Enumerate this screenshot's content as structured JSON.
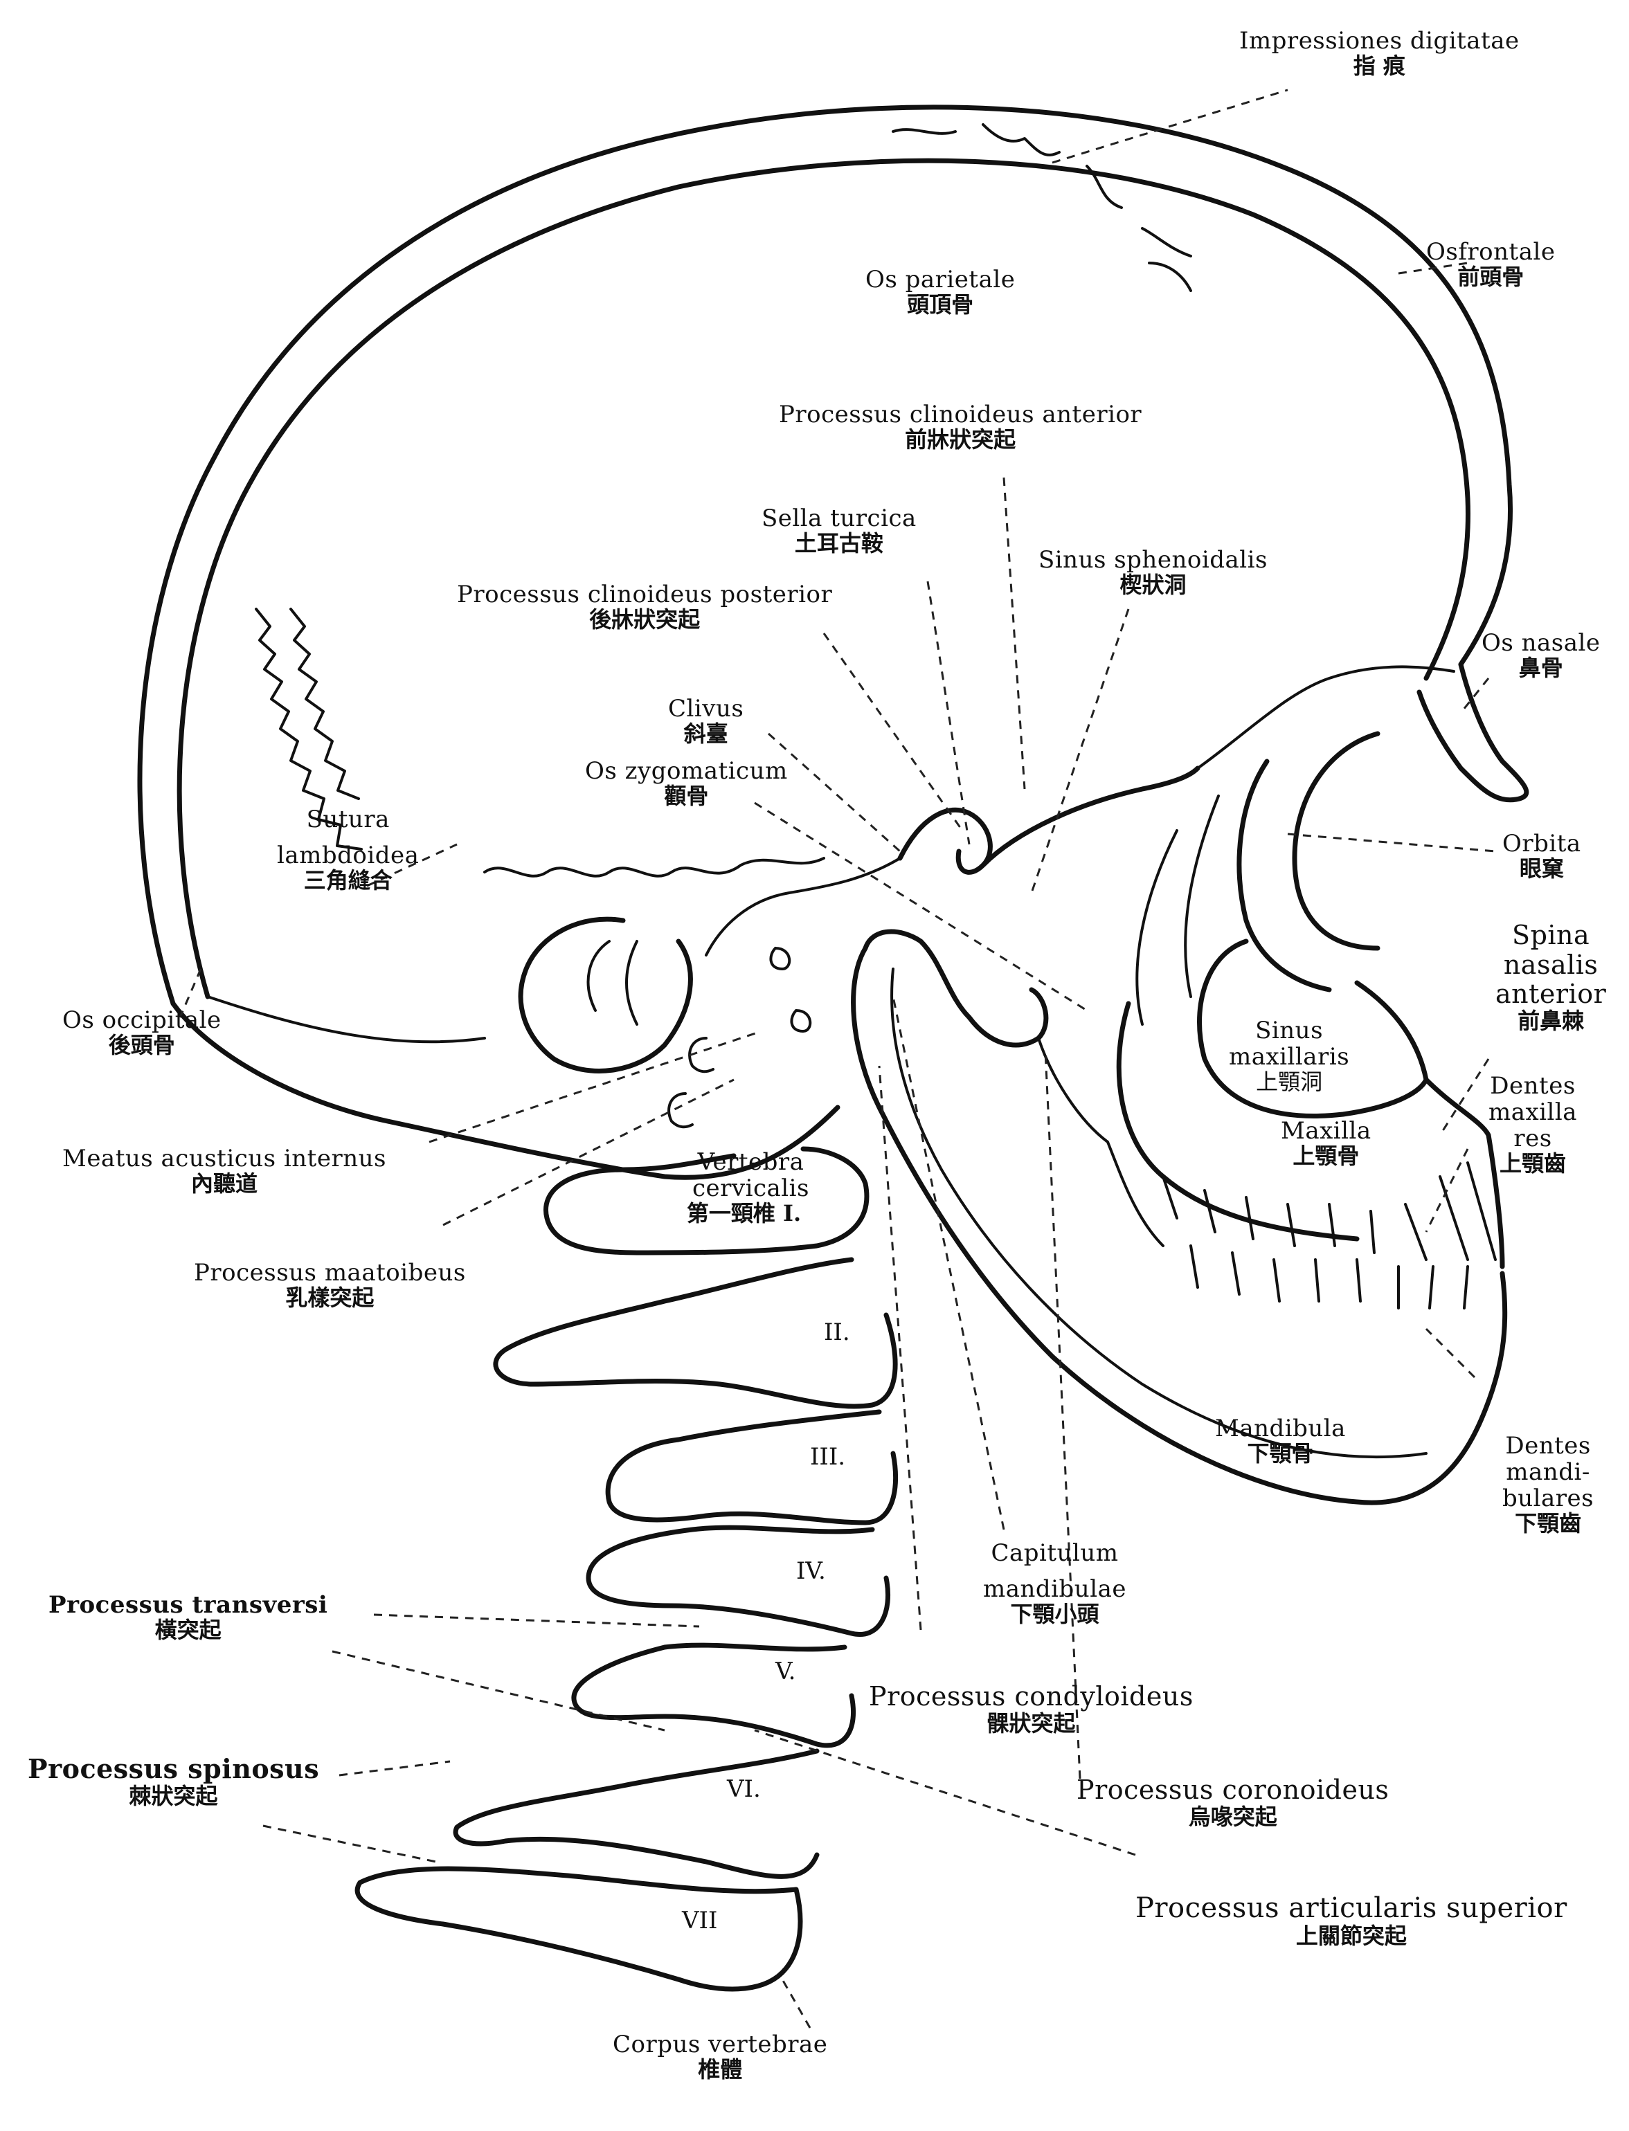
{
  "labels": {
    "impressiones": {
      "latin": "Impressiones digitatae",
      "cjk": "指 痕"
    },
    "os_frontale": {
      "latin": "Osfrontale",
      "cjk": "前頭骨"
    },
    "os_parietale": {
      "latin": "Os parietale",
      "cjk": "頭頂骨"
    },
    "proc_clin_ant": {
      "latin": "Processus clinoideus anterior",
      "cjk": "前牀狀突起"
    },
    "sella_turcica": {
      "latin": "Sella turcica",
      "cjk": "土耳古鞍"
    },
    "sinus_sphenoidalis": {
      "latin": "Sinus sphenoidalis",
      "cjk": "楔狀洞"
    },
    "proc_clin_post": {
      "latin": "Processus clinoideus posterior",
      "cjk": "後牀狀突起"
    },
    "os_nasale": {
      "latin": "Os nasale",
      "cjk": "鼻骨"
    },
    "clivus": {
      "latin": "Clivus",
      "cjk": "斜臺"
    },
    "os_zygomaticum": {
      "latin": "Os zygomaticum",
      "cjk": "顴骨"
    },
    "sutura_lambdoidea": {
      "latin1": "Sutura",
      "latin2": "lambdoidea",
      "cjk": "三角縫合"
    },
    "orbita": {
      "latin": "Orbita",
      "cjk": "眼窠"
    },
    "spina_nasalis": {
      "latin1": "Spina",
      "latin2": "nasalis",
      "latin3": "anterior",
      "cjk": "前鼻棘"
    },
    "os_occipitale": {
      "latin": "Os occipitale",
      "cjk": "後頭骨"
    },
    "sinus_maxillaris": {
      "latin1": "Sinus",
      "latin2": "maxillaris",
      "cjk": "上顎洞"
    },
    "dentes_maxillares": {
      "latin1": "Dentes",
      "latin2": "maxilla",
      "latin3": "res",
      "cjk": "上顎齒"
    },
    "meatus": {
      "latin": "Meatus acusticus internus",
      "cjk": "內聽道"
    },
    "maxilla": {
      "latin": "Maxilla",
      "cjk": "上顎骨"
    },
    "vertebra_cervicalis": {
      "latin1": "Vertebra",
      "latin2": "cervicalis",
      "cjk": "第一頸椎 I."
    },
    "proc_mastoideus": {
      "latin": "Processus maatoibeus",
      "cjk": "乳樣突起"
    },
    "mandibula": {
      "latin": "Mandibula",
      "cjk": "下顎骨"
    },
    "dentes_mandibulares": {
      "latin1": "Dentes",
      "latin2": "mandi-",
      "latin3": "bulares",
      "cjk": "下顎齒"
    },
    "capitulum": {
      "latin1": "Capitulum",
      "latin2": "mandibulae",
      "cjk": "下顎小頭"
    },
    "proc_transversi": {
      "latin": "Processus transversi",
      "cjk": "橫突起"
    },
    "proc_condyloideus": {
      "latin": "Processus condyloideus",
      "cjk": "髁狀突起"
    },
    "proc_spinosus": {
      "latin": "Processus spinosus",
      "cjk": "棘狀突起"
    },
    "proc_coronoideus": {
      "latin": "Processus coronoideus",
      "cjk": "烏喙突起"
    },
    "proc_articularis": {
      "latin": "Processus articularis superior",
      "cjk": "上關節突起"
    },
    "corpus_vertebrae": {
      "latin": "Corpus vertebrae",
      "cjk": "椎體"
    }
  },
  "vertebra_numerals": [
    "II.",
    "III.",
    "IV.",
    "V.",
    "VI.",
    "VII"
  ]
}
